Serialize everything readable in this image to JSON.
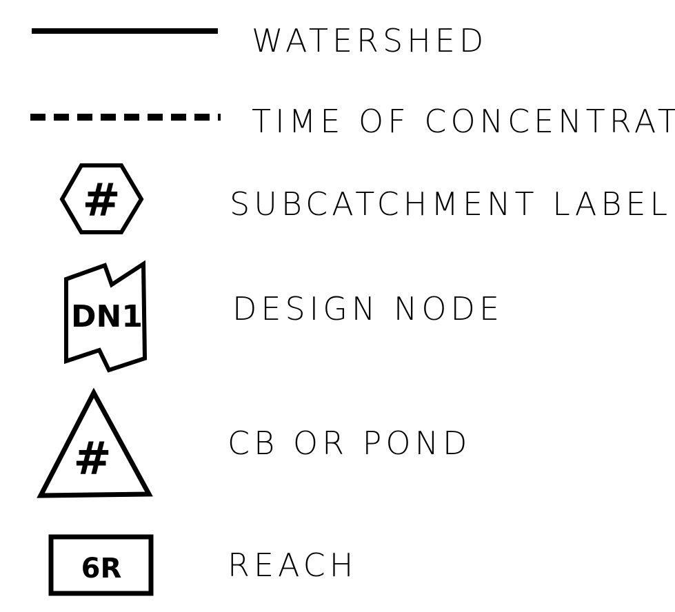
{
  "legend": {
    "items": [
      {
        "symbol": "solid-line",
        "label": "WATERSHED"
      },
      {
        "symbol": "dashed-line",
        "label": "TIME OF CONCENTRATION"
      },
      {
        "symbol": "hexagon",
        "symbol_text": "#",
        "label": "SUBCATCHMENT LABEL"
      },
      {
        "symbol": "design-node",
        "symbol_text": "DN1",
        "label": "DESIGN NODE"
      },
      {
        "symbol": "triangle",
        "symbol_text": "#",
        "label": "CB OR POND"
      },
      {
        "symbol": "rectangle",
        "symbol_text": "6R",
        "label": "REACH"
      }
    ]
  },
  "colors": {
    "ink": "#000000",
    "background": "#ffffff"
  }
}
